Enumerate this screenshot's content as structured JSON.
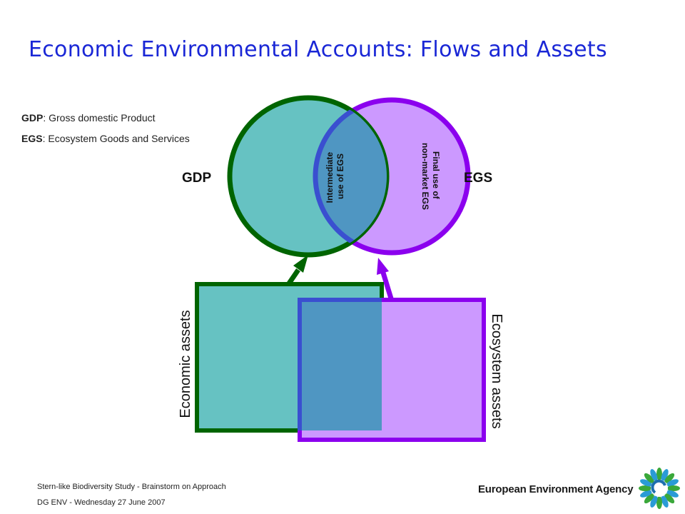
{
  "title": "Economic Environmental Accounts: Flows and Assets",
  "legend": [
    {
      "abbr": "GDP",
      "rest": ": Gross domestic Product"
    },
    {
      "abbr": "EGS",
      "rest": ": Ecosystem Goods and Services"
    }
  ],
  "diagram": {
    "gdp_label": "GDP",
    "egs_label": "EGS",
    "intermediate_line1": "Intermediate",
    "intermediate_line2": "use of EGS",
    "final_line1": "Final use of",
    "final_line2": "non-market EGS",
    "economic_assets_label": "Economic assets",
    "ecosystem_assets_label": "Ecosystem assets",
    "colors": {
      "green": "#006400",
      "purple": "#8b00ee",
      "teal_fill": "#66c2c2",
      "lilac_fill": "#cc99ff",
      "overlap_fill": "#4f96c2",
      "overlap_border": "#3a4fd0"
    }
  },
  "footer": {
    "line1": "Stern-like Biodiversity Study - Brainstorm on Approach",
    "line2": "DG ENV - Wednesday 27 June 2007"
  },
  "organization": "European Environment Agency",
  "logo_icon": "eea-logo-icon"
}
